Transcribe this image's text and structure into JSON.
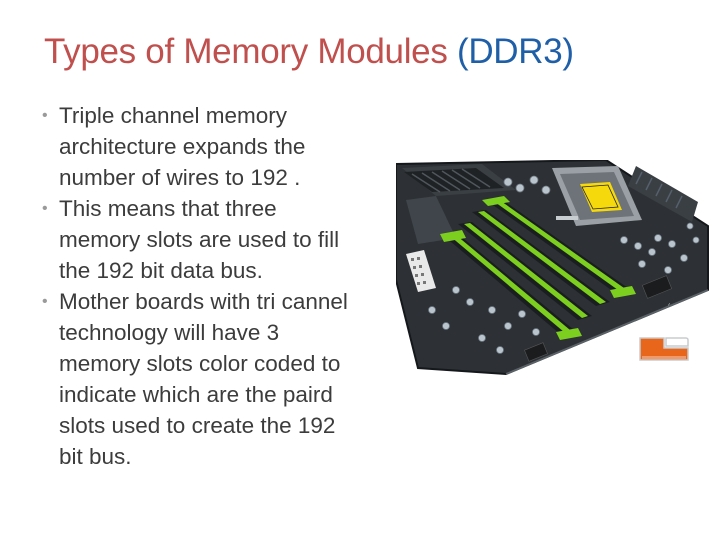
{
  "slide": {
    "title_main": "Types of Memory Modules",
    "title_accent": "(DDR3)",
    "bullets": [
      "Triple channel memory architecture expands the number of wires to 192 .",
      "This means that three memory slots are used to fill the 192 bit data bus.",
      "Mother boards with tri cannel technology will have 3 memory slots color coded to indicate which are the paird slots used to create the 192 bit bus."
    ]
  },
  "colors": {
    "title": "#c0504d",
    "title_accent": "#1f5fa8",
    "body_text": "#3c3c3c",
    "slot_green": "#7ccf1e",
    "icon_orange": "#e8651c"
  },
  "image": {
    "subject": "motherboard-photo"
  },
  "icons": {
    "corner": "orange-slide-icon"
  }
}
